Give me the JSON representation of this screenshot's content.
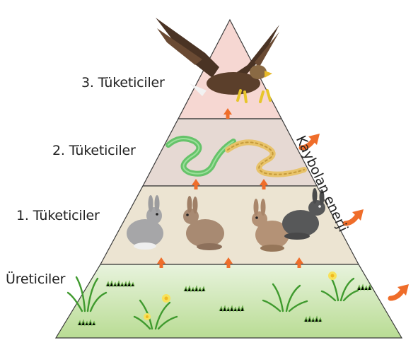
{
  "levels": [
    {
      "key": "top",
      "label": "3. Tüketiciler",
      "fill": "#f6d7d2",
      "animal": "eagle-icon"
    },
    {
      "key": "secondary",
      "label": "2. Tüketiciler",
      "fill": "#e6d9d3",
      "animal": "snake-icon"
    },
    {
      "key": "primary",
      "label": "1. Tüketiciler",
      "fill": "#ece4d2",
      "animal": "rabbit-icon"
    },
    {
      "key": "producers",
      "label": "Üreticiler",
      "fill": "#cfe6b4",
      "animal": "grass-icon"
    }
  ],
  "energy_loss_label": "Kaybolan enerji",
  "colors": {
    "arrow": "#ef6d2a",
    "outline": "#3a3a3a"
  }
}
